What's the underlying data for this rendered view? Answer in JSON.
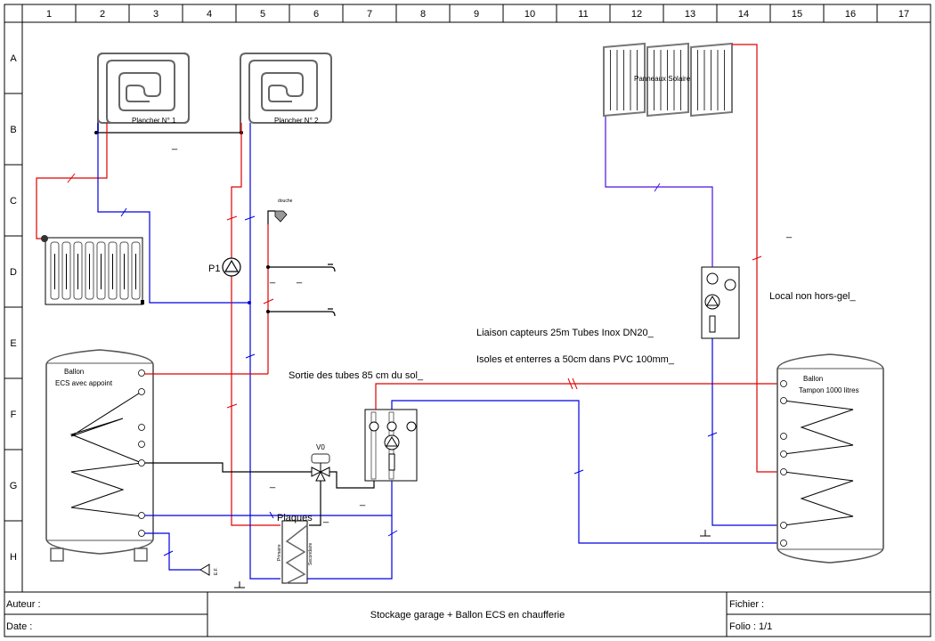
{
  "grid": {
    "columns": [
      "1",
      "2",
      "3",
      "4",
      "5",
      "6",
      "7",
      "8",
      "9",
      "10",
      "11",
      "12",
      "13",
      "14",
      "15",
      "16",
      "17"
    ],
    "rows": [
      "A",
      "B",
      "C",
      "D",
      "E",
      "F",
      "G",
      "H"
    ]
  },
  "components": {
    "floor1_label": "Plancher  N° 1",
    "floor2_label": "Plancher  N° 2",
    "solar_label": "Panneaux Solaire",
    "pump_label": "P1",
    "shower_label": "douche",
    "valve_label": "V0",
    "plates_label": "Plaques",
    "hx_primary_label": "Primaire",
    "hx_secondary_label": "Secondaire",
    "cold_water_label": "E.F.",
    "ecs_tank_line1": "Ballon",
    "ecs_tank_line2": "ECS avec appoint",
    "buffer_tank_line1": "Ballon",
    "buffer_tank_line2": "Tampon 1000 litres"
  },
  "annotations": {
    "link_collectors": "Liaison capteurs 25m Tubes Inox DN20_",
    "insulated": "Isoles et enterres a 50cm dans PVC 100mm_",
    "tubes_exit": "Sortie des tubes 85 cm du sol_",
    "not_frost_free": "Local non hors-gel_",
    "dash": "_"
  },
  "title_block": {
    "author_label": "Auteur :",
    "date_label": "Date :",
    "title": "Stockage garage + Ballon ECS en chaufferie",
    "file_label": "Fichier :",
    "folio_label": "Folio : 1/1"
  },
  "colors": {
    "hot_pipe": "#e00000",
    "cold_pipe": "#0000e0",
    "solar_return": "#4a10e0",
    "control": "#000000"
  }
}
